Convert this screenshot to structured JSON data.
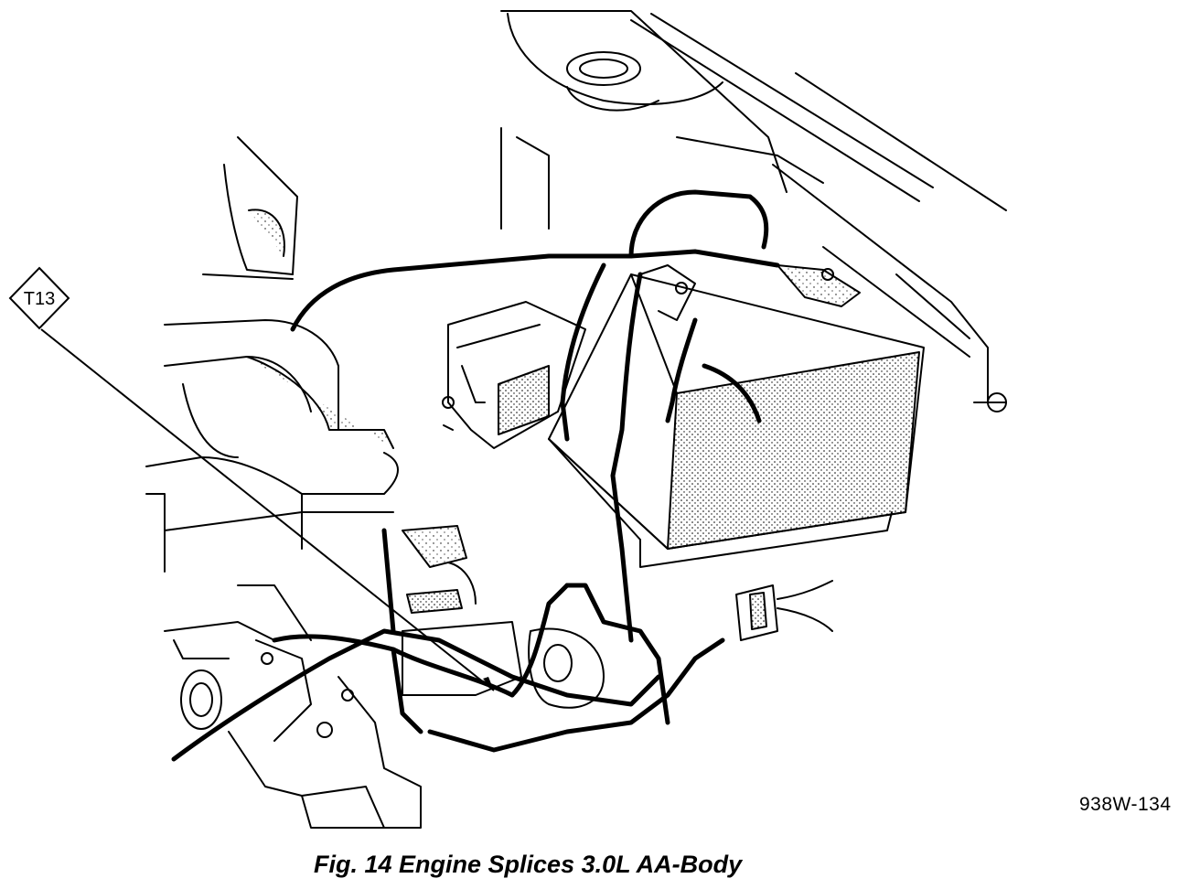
{
  "figure": {
    "caption": "Fig. 14 Engine Splices 3.0L AA-Body",
    "reference_code": "938W-134",
    "callouts": [
      {
        "label": "T13"
      }
    ]
  },
  "colors": {
    "ink": "#000000",
    "background": "#ffffff"
  }
}
